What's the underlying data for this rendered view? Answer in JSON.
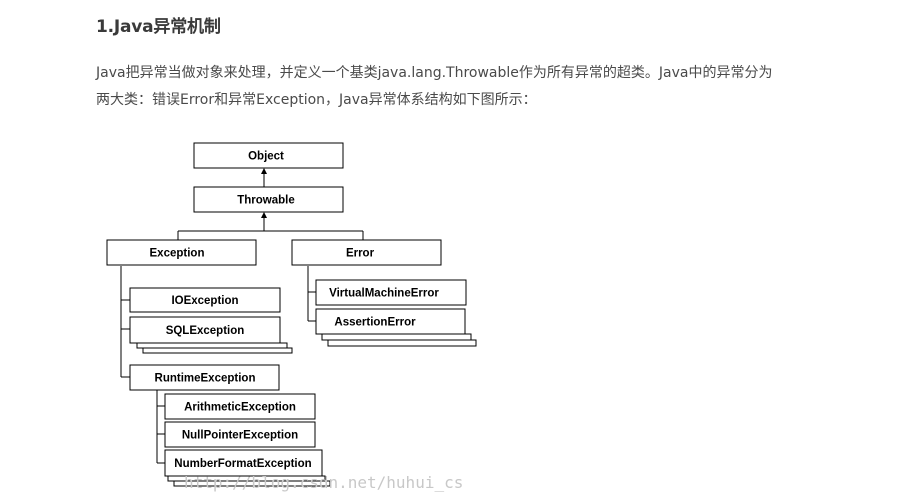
{
  "heading": "1.Java异常机制",
  "paragraph": {
    "line1": "Java把异常当做对象来处理，并定义一个基类java.lang.Throwable作为所有异常的超类。Java中的异常分为",
    "line2": "两大类：错误Error和异常Exception，Java异常体系结构如下图所示："
  },
  "diagram": {
    "object": "Object",
    "throwable": "Throwable",
    "exception": "Exception",
    "error": "Error",
    "io_exception": "IOException",
    "sql_exception": "SQLException",
    "runtime_exception": "RuntimeException",
    "arithmetic_exception": "ArithmeticException",
    "nullpointer_exception": "NullPointerException",
    "numberformat_exception": "NumberFormatException",
    "virtualmachine_error": "VirtualMachineError",
    "assertion_error": "AssertionError"
  },
  "watermark": "http://blog.csdn.net/huhui_cs"
}
